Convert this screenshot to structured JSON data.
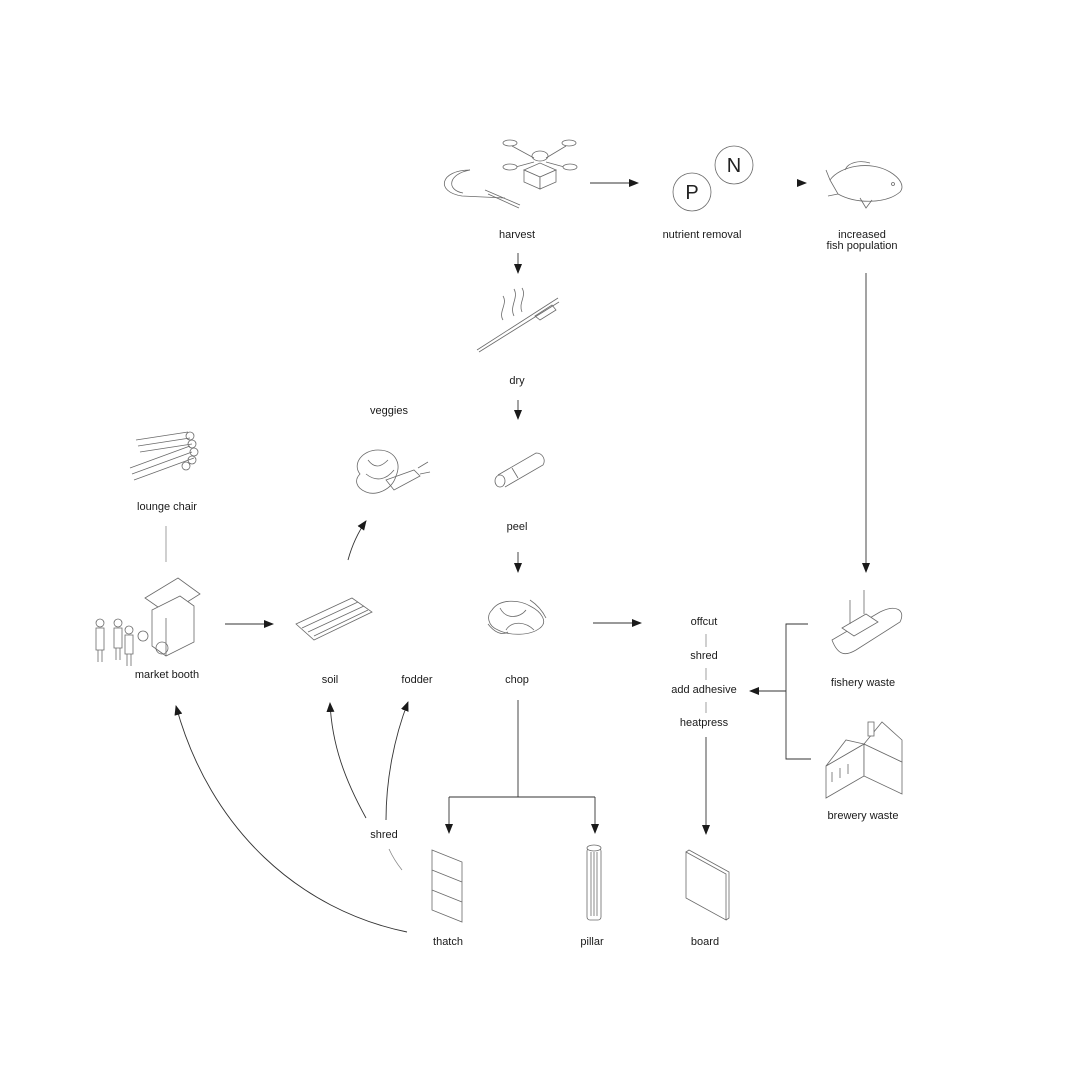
{
  "nodes": {
    "harvest": "harvest",
    "nutrient_removal": "nutrient removal",
    "nutrient_p": "P",
    "nutrient_n": "N",
    "fish_population": "increased\nfish population",
    "dry": "dry",
    "peel": "peel",
    "chop": "chop",
    "veggies": "veggies",
    "lounge_chair": "lounge chair",
    "market_booth": "market booth",
    "soil": "soil",
    "fodder": "fodder",
    "offcut": "offcut",
    "shred": "shred",
    "add_adhesive": "add adhesive",
    "heatpress": "heatpress",
    "fishery_waste": "fishery waste",
    "brewery_waste": "brewery waste",
    "shred_loop": "shred",
    "thatch": "thatch",
    "pillar": "pillar",
    "board": "board"
  }
}
